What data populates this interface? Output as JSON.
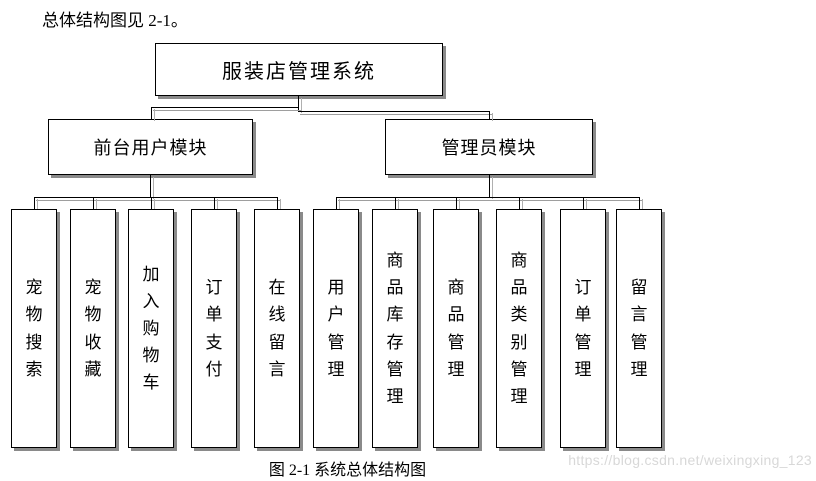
{
  "page": {
    "intro_text": "总体结构图见 2-1。",
    "caption": "图 2-1 系统总体结构图",
    "watermark": "https://blog.csdn.net/weixingxing_123"
  },
  "diagram": {
    "root_label": "服装店管理系统",
    "modules": [
      {
        "label": "前台用户模块",
        "children": [
          "宠物搜索",
          "宠物收藏",
          "加入购物车",
          "订单支付",
          "在线留言"
        ]
      },
      {
        "label": "管理员模块",
        "children": [
          "用户管理",
          "商品库存管理",
          "商品管理",
          "商品类别管理",
          "订单管理",
          "留言管理"
        ]
      }
    ],
    "colors": {
      "border": "#000000",
      "shadow": "#8a8a8a",
      "text": "#000000",
      "watermark": "#d8d8d8",
      "background": "#ffffff"
    }
  }
}
